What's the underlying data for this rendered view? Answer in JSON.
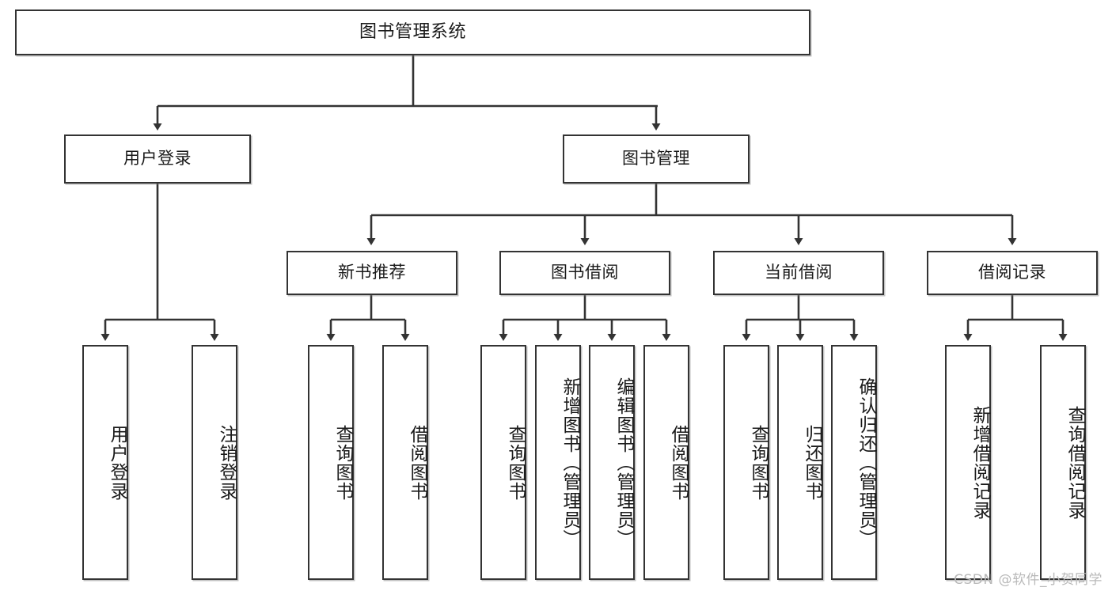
{
  "diagram": {
    "title": "图书管理系统",
    "type": "功能结构图",
    "style": {
      "box_border_color": "#333333",
      "box_fill": "#ffffff",
      "line_color": "#333333",
      "text_color": "#1a1a1a",
      "background": "#ffffff"
    },
    "root": {
      "label": "图书管理系统"
    },
    "level2": [
      {
        "label": "用户登录"
      },
      {
        "label": "图书管理"
      }
    ],
    "level3": [
      {
        "label": "新书推荐"
      },
      {
        "label": "图书借阅"
      },
      {
        "label": "当前借阅"
      },
      {
        "label": "借阅记录"
      }
    ],
    "leaves": {
      "user_login": [
        {
          "label": "用户登录"
        },
        {
          "label": "注销登录"
        }
      ],
      "new_book_recommend": [
        {
          "label": "查询图书"
        },
        {
          "label": "借阅图书"
        }
      ],
      "book_borrow": [
        {
          "label": "查询图书"
        },
        {
          "label": "新增图书（管理员）"
        },
        {
          "label": "编辑图书（管理员）"
        },
        {
          "label": "借阅图书"
        }
      ],
      "current_borrow": [
        {
          "label": "查询图书"
        },
        {
          "label": "归还图书"
        },
        {
          "label": "确认归还（管理员）"
        }
      ],
      "borrow_records": [
        {
          "label": "新增借阅记录"
        },
        {
          "label": "查询借阅记录"
        }
      ]
    }
  },
  "watermark": {
    "text": "CSDN @软件_小贺同学"
  }
}
